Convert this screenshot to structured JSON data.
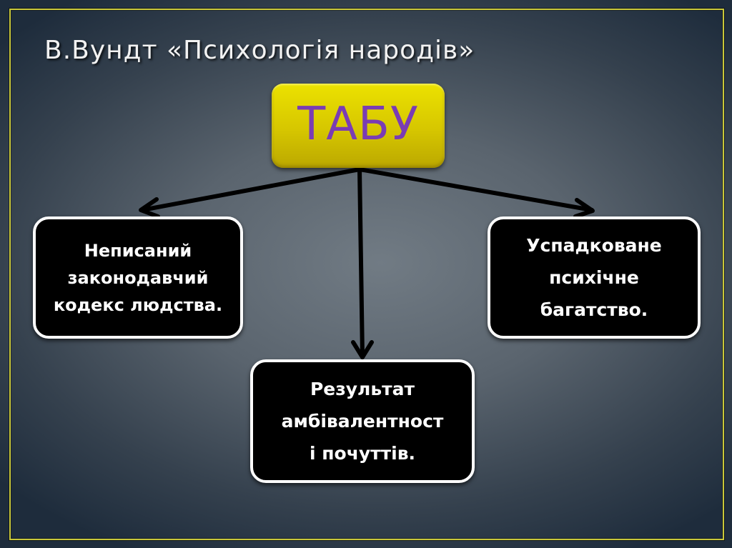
{
  "slide": {
    "title": "В.Вундт «Психологія народів»",
    "colors": {
      "frame": "#c9c83a",
      "center_box": "#e0d200",
      "center_text": "#7a3cb4",
      "leaf_box": "#000000",
      "leaf_border": "#ffffff",
      "leaf_text": "#ffffff",
      "arrow": "#000000"
    }
  },
  "diagram": {
    "center": {
      "label": "ТАБУ"
    },
    "nodes": [
      {
        "id": "left",
        "lines": [
          "Неписаний",
          "законодавчий",
          "кодекс людства."
        ]
      },
      {
        "id": "bottom",
        "lines": [
          "Результат",
          "амбівалентност",
          "і почуттів."
        ]
      },
      {
        "id": "right",
        "lines": [
          "Успадковане",
          "психічне",
          "багатство."
        ]
      }
    ],
    "edges": [
      {
        "from": "center",
        "to": "left"
      },
      {
        "from": "center",
        "to": "bottom"
      },
      {
        "from": "center",
        "to": "right"
      }
    ]
  }
}
